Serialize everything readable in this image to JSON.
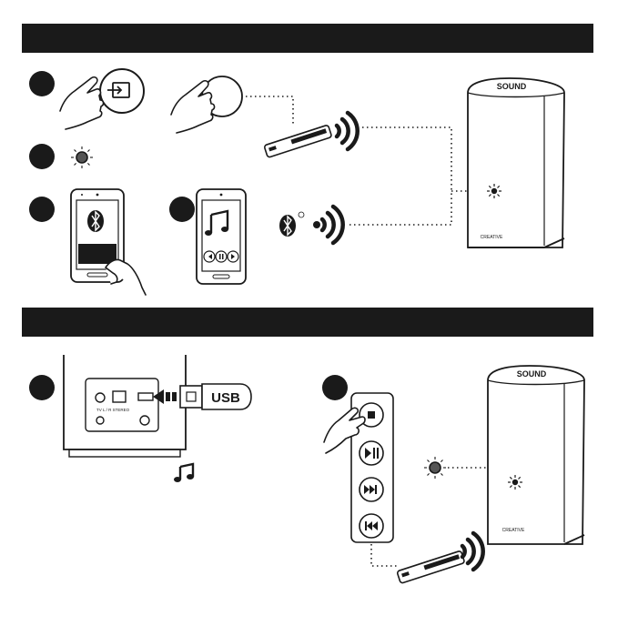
{
  "sections": [
    {
      "id": "section-1",
      "title": ""
    },
    {
      "id": "section-2",
      "title": ""
    }
  ],
  "speaker": {
    "brand_top": "SOUND",
    "brand_front": "CREATIVE"
  },
  "usb_tag": {
    "label": "USB"
  },
  "rear_panel": {
    "aux_label": "TV L / R STEREO"
  },
  "colors": {
    "banner": "#1a1a1a",
    "stroke": "#1a1a1a",
    "accent": "#ffffff"
  },
  "icons": [
    "hand-press-icon",
    "input-source-icon",
    "led-indicator-icon",
    "smartphone-icon",
    "bluetooth-icon",
    "music-note-icon",
    "remote-control-icon",
    "signal-waves-icon",
    "usb-stick-icon",
    "stop-button-icon",
    "play-pause-button-icon",
    "next-track-button-icon",
    "previous-track-button-icon"
  ]
}
